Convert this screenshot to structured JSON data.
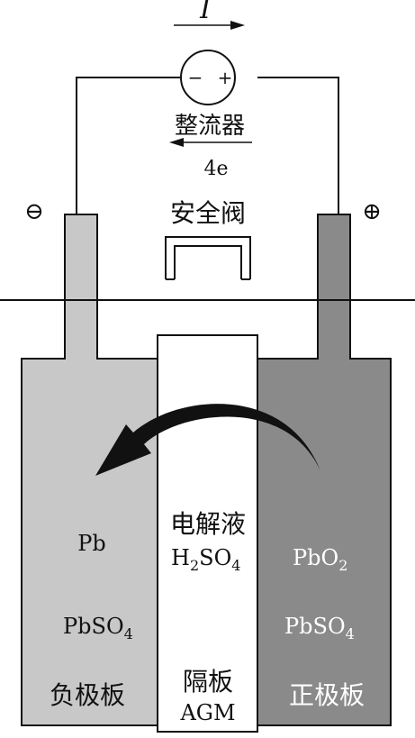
{
  "labels": {
    "current": "I",
    "source_minus": "−",
    "source_plus": "+",
    "rectifier": "整流器",
    "electrons": "4e",
    "negative_terminal": "⊖",
    "positive_terminal": "⊕",
    "safety_valve": "安全阀",
    "oxygen_main": "O",
    "oxygen_sub": "2",
    "electrolyte": "电解液",
    "h2so4_h": "H",
    "h2so4_h_sub": "2",
    "h2so4_so": "SO",
    "h2so4_so_sub": "4",
    "neg_material_1": "Pb",
    "neg_material_2_main": "PbSO",
    "neg_material_2_sub": "4",
    "neg_plate": "负极板",
    "pos_material_1_main": "PbO",
    "pos_material_1_sub": "2",
    "pos_material_2_main": "PbSO",
    "pos_material_2_sub": "4",
    "pos_plate": "正极板",
    "separator": "隔板",
    "separator_type": "AGM"
  },
  "colors": {
    "negative_plate": "#c8c8c8",
    "positive_plate": "#8a8a8a",
    "separator": "#ffffff",
    "arrow": "#111111",
    "line": "#111111"
  }
}
